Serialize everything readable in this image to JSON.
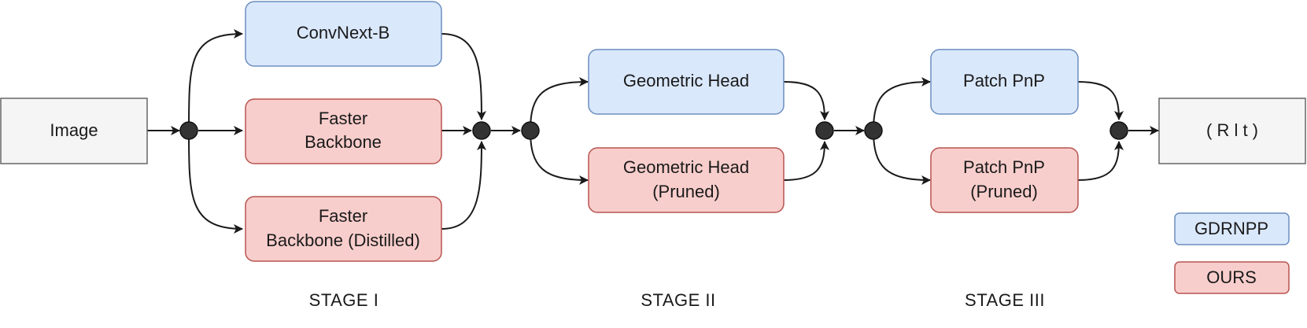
{
  "colors": {
    "gdrnpp_fill": "#dae8fc",
    "gdrnpp_stroke": "#6c8ebf",
    "ours_fill": "#f8cecc",
    "ours_stroke": "#b85450",
    "io_fill": "#f5f5f5",
    "io_stroke": "#666666"
  },
  "nodes": {
    "input": "Image",
    "output": "( R l t )",
    "stage1": {
      "convnext": "ConvNext-B",
      "faster_line1": "Faster",
      "faster_line2": "Backbone",
      "distilled_line1": "Faster",
      "distilled_line2": "Backbone (Distilled)"
    },
    "stage2": {
      "geo_head": "Geometric Head",
      "geo_pruned_line1": "Geometric Head",
      "geo_pruned_line2": "(Pruned)"
    },
    "stage3": {
      "pnp": "Patch PnP",
      "pnp_pruned_line1": "Patch PnP",
      "pnp_pruned_line2": "(Pruned)"
    }
  },
  "legend": {
    "gdrnpp": "GDRNPP",
    "ours": "OURS"
  },
  "stages": {
    "stage1": "STAGE I",
    "stage2": "STAGE II",
    "stage3": "STAGE III"
  }
}
